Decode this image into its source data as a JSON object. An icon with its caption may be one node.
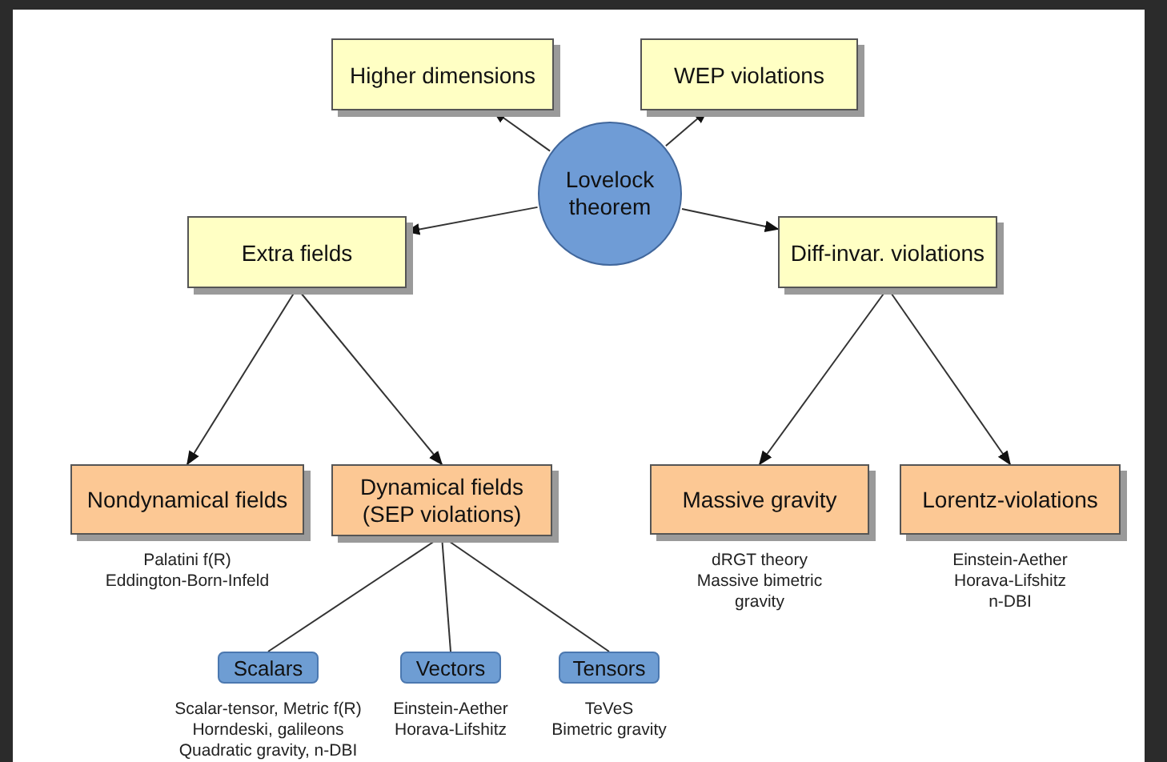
{
  "diagram": {
    "nodes": [
      {
        "text": [
          "Lovelock theorem"
        ]
      },
      {
        "text": [
          "Higher dimensions"
        ]
      },
      {
        "text": [
          "WEP violations"
        ]
      },
      {
        "text": [
          "Extra fields"
        ]
      },
      {
        "text": [
          "Diff-invar. violations"
        ]
      },
      {
        "text": [
          "Nondynamical fields"
        ],
        "beside": [
          "Palatini f(R)",
          "Eddington-Born-Infeld"
        ]
      },
      {
        "text": [
          "Dynamical fields (SEP violations)"
        ]
      },
      {
        "text": [
          "Massive gravity"
        ],
        "beside": [
          "dRGT theory",
          "Massive bimetric gravity"
        ]
      },
      {
        "text": [
          "Lorentz-violations"
        ],
        "beside": [
          "Einstein-Aether",
          "Horava-Lifshitz",
          "n-DBI"
        ]
      },
      {
        "text": [
          "Scalars"
        ],
        "beside": [
          "Scalar-tensor, Metric f(R)",
          "Horndeski, galileons",
          "Quadratic gravity, n-DBI"
        ]
      },
      {
        "text": [
          "Vectors"
        ],
        "beside": [
          "Einstein-Aether",
          "Horava-Lifshitz"
        ]
      },
      {
        "text": [
          "Tensors"
        ],
        "beside": [
          "TeVeS",
          "Bimetric gravity"
        ]
      }
    ],
    "edges": [
      {
        "from": 0,
        "to": 1,
        "arrow": "to"
      },
      {
        "from": 0,
        "to": 2,
        "arrow": "to"
      },
      {
        "from": 0,
        "to": 3,
        "arrow": "to"
      },
      {
        "from": 0,
        "to": 4,
        "arrow": "to"
      },
      {
        "from": 3,
        "to": 5,
        "arrow": "to"
      },
      {
        "from": 3,
        "to": 6,
        "arrow": "to"
      },
      {
        "from": 4,
        "to": 7,
        "arrow": "to"
      },
      {
        "from": 4,
        "to": 8,
        "arrow": "to"
      },
      {
        "from": 6,
        "to": 9,
        "arrow": "none"
      },
      {
        "from": 6,
        "to": 10,
        "arrow": "none"
      },
      {
        "from": 6,
        "to": 11,
        "arrow": "none"
      }
    ]
  }
}
